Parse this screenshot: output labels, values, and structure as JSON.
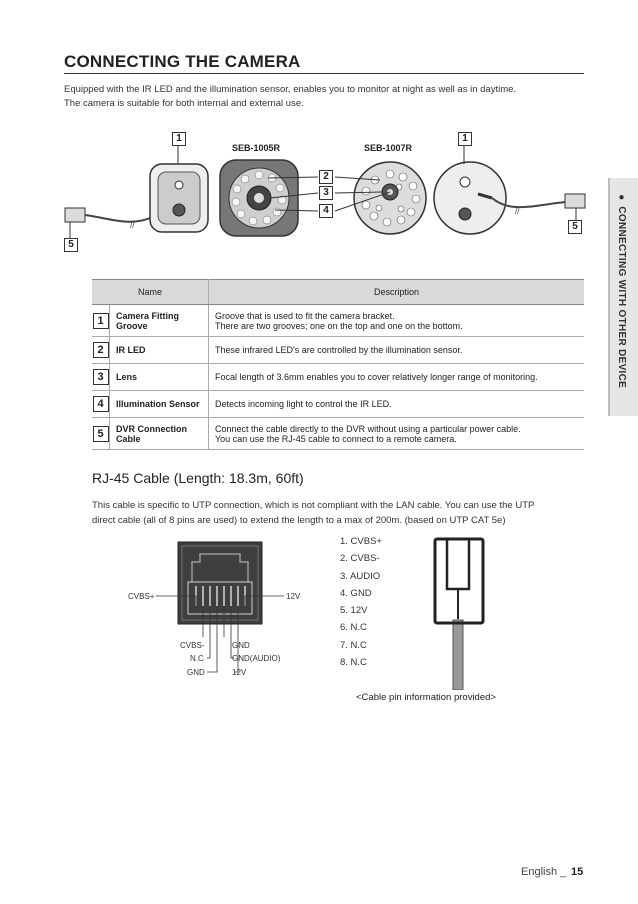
{
  "title": "CONNECTING THE CAMERA",
  "intro": [
    "Equipped with the IR LED and the illumination sensor, enables you to monitor at night as well as in daytime.",
    "The camera is suitable for both internal and external use."
  ],
  "side_tab": "● CONNECTING WITH OTHER DEVICE",
  "figure": {
    "models": [
      "SEB-1005R",
      "SEB-1007R"
    ],
    "callouts": {
      "left1": "1",
      "right1": "1",
      "c2": "2",
      "c3": "3",
      "c4": "4",
      "left5": "5",
      "right5": "5"
    }
  },
  "table": {
    "headers": {
      "name": "Name",
      "description": "Description"
    },
    "rows": [
      {
        "num": "1",
        "name": "Camera Fitting Groove",
        "desc": [
          "Groove that is used to fit the camera bracket.",
          "There are two grooves; one on the top and one on the bottom."
        ]
      },
      {
        "num": "2",
        "name": "IR LED",
        "desc": [
          "These infrared LED's are controlled by the illumination sensor."
        ]
      },
      {
        "num": "3",
        "name": "Lens",
        "desc": [
          "Focal length of 3.6mm enables you to cover relatively longer range of monitoring."
        ]
      },
      {
        "num": "4",
        "name": "Illumination Sensor",
        "desc": [
          "Detects incoming light to control the IR LED."
        ]
      },
      {
        "num": "5",
        "name": "DVR Connection Cable",
        "desc": [
          "Connect the cable directly to the DVR without using a particular power cable.",
          "You can use the RJ-45 cable to connect to a remote camera."
        ]
      }
    ]
  },
  "rj45": {
    "title": "RJ-45 Cable (Length: 18.3m, 60ft)",
    "text": [
      "This cable is specific to UTP connection, which is not compliant with the LAN cable. You can use the UTP",
      "direct cable (all of 8 pins are used) to extend the length to a max of 200m. (based on UTP CAT 5e)"
    ],
    "pins": [
      "1. CVBS+",
      "2. CVBS-",
      "3. AUDIO",
      "4. GND",
      "5. 12V",
      "6. N.C",
      "7. N.C",
      "8. N.C"
    ],
    "jack_labels": {
      "cvbs_plus": "CVBS+",
      "v12_right": "12V",
      "cvbs_minus": "CVBS-",
      "nc": "N.C",
      "gnd_left": "GND",
      "gnd_right": "GND",
      "gnd_audio": "GND(AUDIO)",
      "v12_bottom": "12V"
    },
    "caption": "<Cable pin information provided>"
  },
  "footer": {
    "language": "English _",
    "page": "15"
  }
}
